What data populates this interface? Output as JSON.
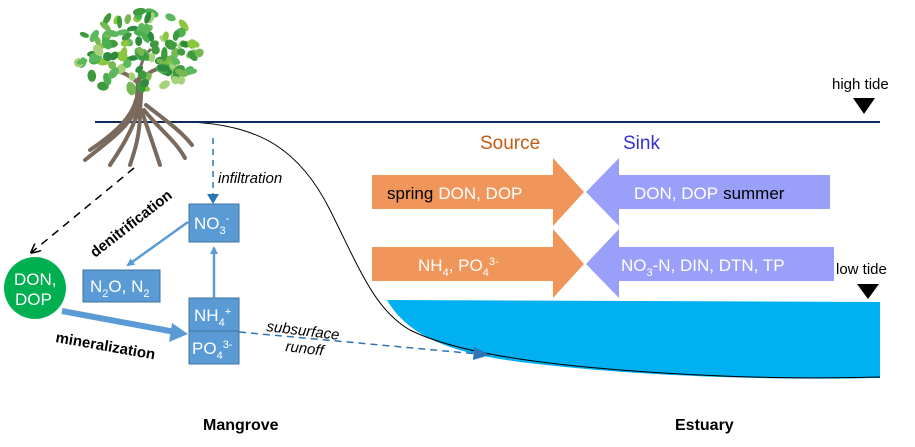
{
  "labels": {
    "high_tide": "high tide",
    "low_tide": "low tide",
    "source": "Source",
    "sink": "Sink",
    "infiltration": "infiltration",
    "denitrification": "denitrification",
    "mineralization": "mineralization",
    "subsurface": "subsurface",
    "runoff": "runoff",
    "mangrove": "Mangrove",
    "estuary": "Estuary"
  },
  "nodes": {
    "don_dop_line1": "DON,",
    "don_dop_line2": "DOP",
    "no3": "NO",
    "no3_sub": "3",
    "no3_sup": "-",
    "n2o_a": "N",
    "n2o_sub1": "2",
    "n2o_b": "O, N",
    "n2o_sub2": "2",
    "nh4": "NH",
    "nh4_sub": "4",
    "nh4_sup": "+",
    "po4": "PO",
    "po4_sub": "4",
    "po4_sup": "3-"
  },
  "arrows": {
    "source1_season": "spring",
    "source1_text": "DON, DOP",
    "source2_a": "NH",
    "source2_sub1": "4",
    "source2_b": ", PO",
    "source2_sub2": "4",
    "source2_sup": "3-",
    "sink1_text": "DON, DOP",
    "sink1_season": "summer",
    "sink2_a": "NO",
    "sink2_sub": "3",
    "sink2_b": "-N, DIN, DTN, TP"
  },
  "colors": {
    "source": "#f0965a",
    "sink": "#9aa0fa",
    "water": "#00b0f0",
    "box": "#5b9bd5",
    "circle": "#00b050",
    "source_title": "#c55a11",
    "sink_title": "#3333cc",
    "tide_line": "#0d2a5c"
  }
}
